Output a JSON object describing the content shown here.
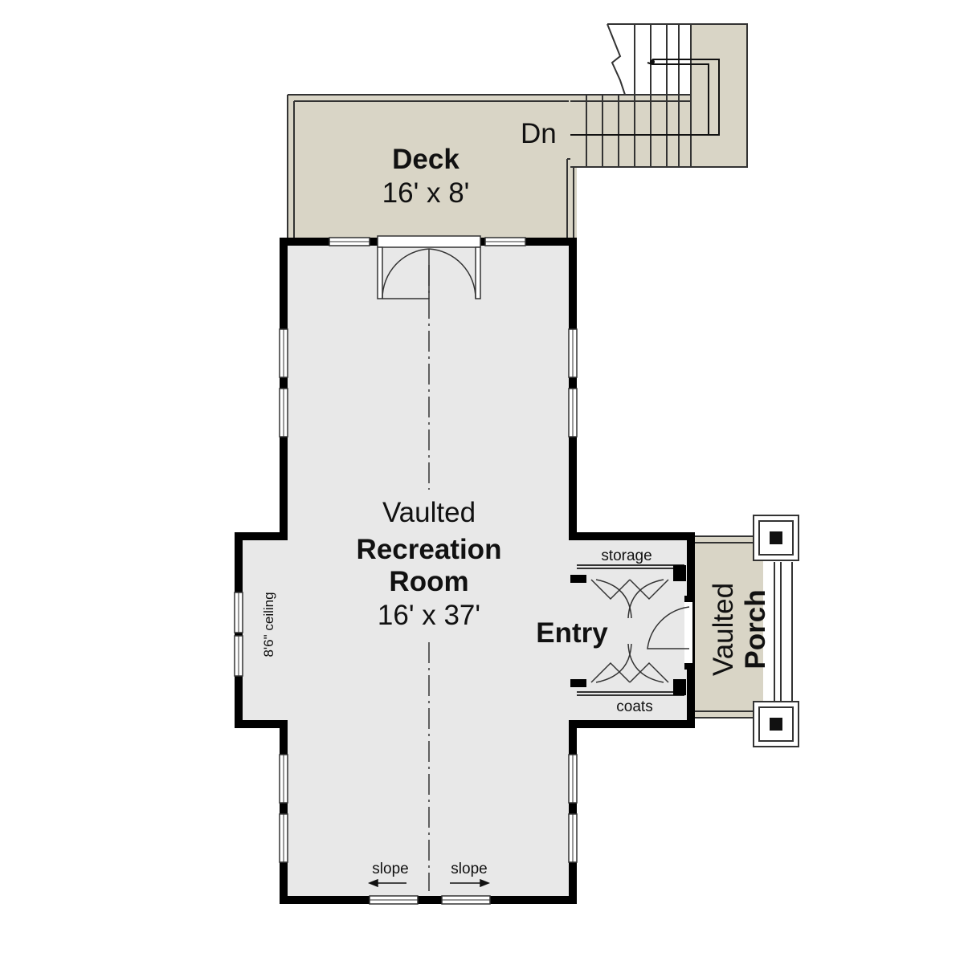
{
  "rooms": {
    "deck": {
      "name": "Deck",
      "size": "16' x 8'"
    },
    "stairs": {
      "direction": "Dn"
    },
    "recreation": {
      "line1": "Vaulted",
      "line2": "Recreation",
      "line3": "Room",
      "size": "16' x 37'"
    },
    "bump_out": {
      "ceiling": "8'6\" ceiling"
    },
    "entry": {
      "name": "Entry"
    },
    "storage": {
      "name": "storage"
    },
    "coats": {
      "name": "coats"
    },
    "porch": {
      "line1": "Vaulted",
      "line2": "Porch"
    }
  },
  "slope_labels": {
    "left": "slope",
    "right": "slope"
  },
  "colors": {
    "wall": "#000000",
    "interior": "#e8e8e8",
    "deck": "#d9d5c6",
    "porch": "#d9d5c6",
    "background": "#ffffff"
  }
}
